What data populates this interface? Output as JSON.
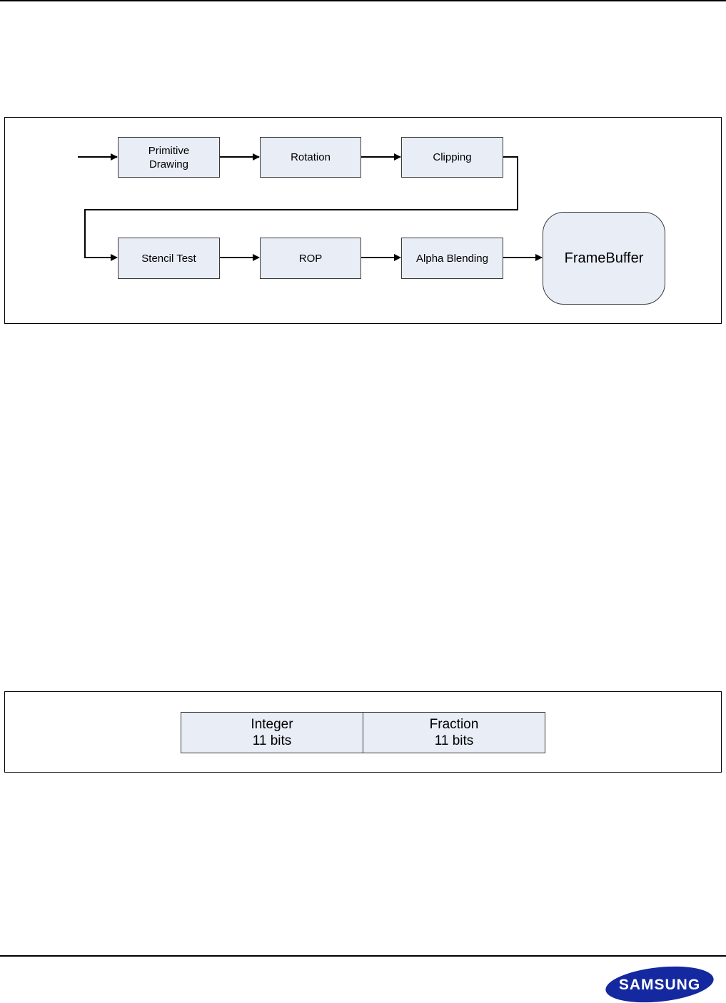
{
  "pipeline": {
    "stages": [
      {
        "id": "primitive-drawing",
        "label": "Primitive\nDrawing"
      },
      {
        "id": "rotation",
        "label": "Rotation"
      },
      {
        "id": "clipping",
        "label": "Clipping"
      },
      {
        "id": "stencil-test",
        "label": "Stencil Test"
      },
      {
        "id": "rop",
        "label": "ROP"
      },
      {
        "id": "alpha-blending",
        "label": "Alpha Blending"
      }
    ],
    "framebuffer": "FrameBuffer"
  },
  "bit_format": {
    "fields": [
      {
        "name": "Integer",
        "bits": "11 bits"
      },
      {
        "name": "Fraction",
        "bits": "11 bits"
      }
    ]
  },
  "footer": {
    "logo_text": "SAMSUNG",
    "logo_color": "#1428a0"
  }
}
